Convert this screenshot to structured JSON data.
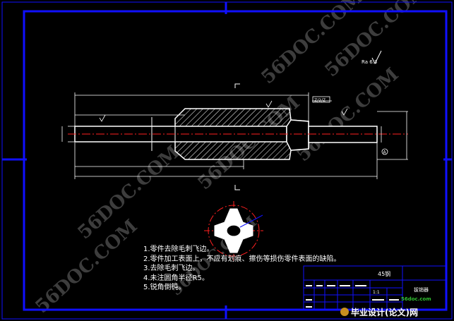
{
  "drawing": {
    "surface_finish_note": "Ra 6.3",
    "section_marker": "A",
    "dimension_label": "Z/2/Z",
    "radius_note": "R5"
  },
  "notes": [
    "1.零件去除毛刺飞边。",
    "2.零件加工表面上，不应有划痕、擦伤等损伤零件表面的缺陷。",
    "3.去除毛刺飞边。",
    "4.未注圆角半径R5。",
    "5.锐角倒钝。"
  ],
  "title_block": {
    "material": "45钢",
    "part_name": "拔销器",
    "scale_label": "1:1"
  },
  "watermark": {
    "text": "56DOC.COM",
    "site": "56doc.com",
    "brand": "毕业设计(论文)网"
  },
  "colors": {
    "frame": "#1010ff",
    "part": "#ffffff",
    "hatch": "#ffffff",
    "centerline": "#ff2020",
    "dimension": "#ffffff",
    "title_block_line": "#1010ff",
    "background": "#000000"
  }
}
